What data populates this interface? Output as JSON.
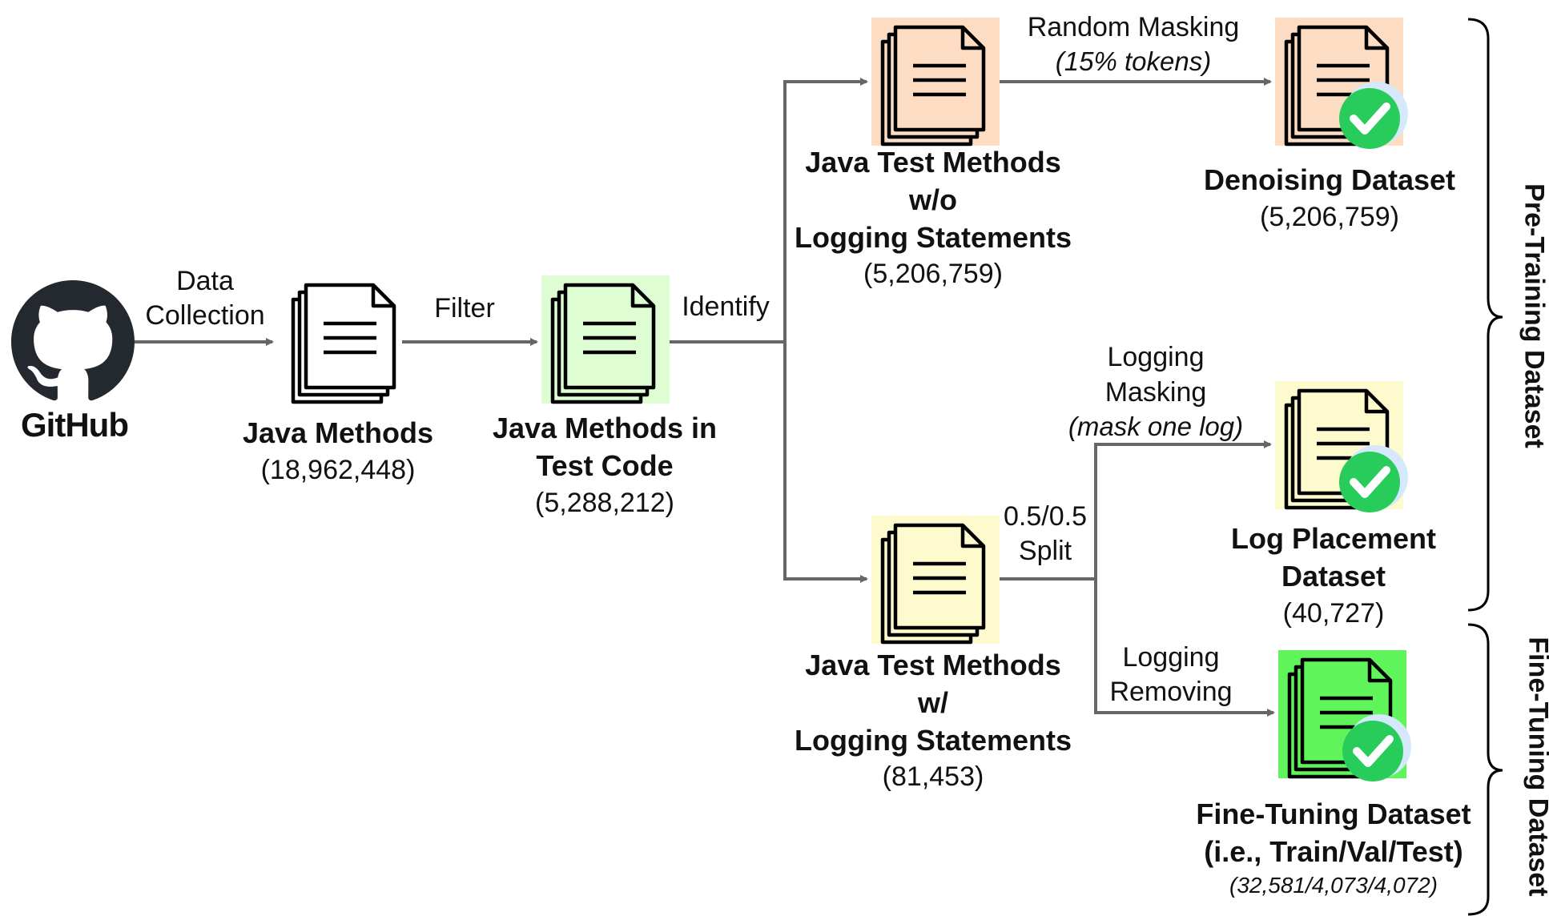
{
  "nodes": {
    "github": {
      "label": "GitHub"
    },
    "java_methods": {
      "title": "Java Methods",
      "count": "(18,962,448)"
    },
    "test_code": {
      "title_line1": "Java Methods in",
      "title_line2": "Test Code",
      "count": "(5,288,212)"
    },
    "wo_logging": {
      "title_line1": "Java Test Methods",
      "title_line2": "w/o",
      "title_line3": "Logging Statements",
      "count": "(5,206,759)"
    },
    "w_logging": {
      "title_line1": "Java Test Methods",
      "title_line2": "w/",
      "title_line3": "Logging Statements",
      "count": "(81,453)"
    },
    "denoising": {
      "title": "Denoising Dataset",
      "count": "(5,206,759)"
    },
    "log_placement": {
      "title_line1": "Log Placement",
      "title_line2": "Dataset",
      "count": "(40,727)"
    },
    "fine_tuning": {
      "title_line1": "Fine-Tuning Dataset",
      "title_line2": "(i.e., Train/Val/Test)",
      "count": "(32,581/4,073/4,072)"
    }
  },
  "edges": {
    "data_collection": {
      "line1": "Data",
      "line2": "Collection"
    },
    "filter": {
      "label": "Filter"
    },
    "identify": {
      "label": "Identify"
    },
    "random_masking": {
      "line1": "Random Masking",
      "line2": "(15% tokens)"
    },
    "split": {
      "line1": "0.5/0.5",
      "line2": "Split"
    },
    "logging_masking": {
      "line1": "Logging",
      "line2": "Masking",
      "line3": "(mask one log)"
    },
    "logging_removing": {
      "line1": "Logging",
      "line2": "Removing"
    }
  },
  "groups": {
    "pretraining": "Pre-Training Dataset",
    "finetuning": "Fine-Tuning Dataset"
  },
  "colors": {
    "arrow": "#666666",
    "doc_white": "#ffffff",
    "doc_green_light": "#dffdd2",
    "doc_orange": "#fcdcc2",
    "doc_yellow": "#fdfbcd",
    "doc_green_bright": "#5ff55a",
    "check_green": "#27cc5a",
    "check_halo": "#d6e8fb"
  }
}
